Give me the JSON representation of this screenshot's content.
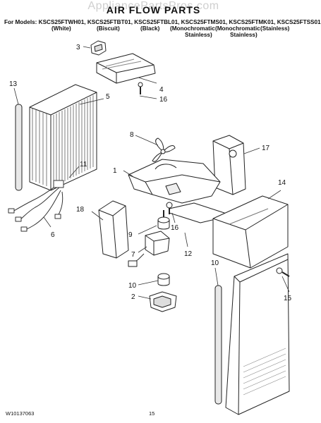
{
  "watermark": "AppliancePartsPros.com",
  "title": "AIR FLOW PARTS",
  "models_line": "For Models: KSCS25FTWH01, KSCS25FTBT01, KSCS25FTBL01, KSCS25FTMS01, KSCS25FTMK01, KSCS25FTSS01",
  "variants": [
    "(White)",
    "(Biscuit)",
    "(Black)",
    "(Monochromatic",
    "(Monochromatic",
    "(Stainless)"
  ],
  "variants_line2": [
    "Stainless)",
    "Stainless)"
  ],
  "callouts": [
    "1",
    "2",
    "3",
    "4",
    "5",
    "6",
    "7",
    "8",
    "9",
    "10",
    "10",
    "11",
    "12",
    "13",
    "14",
    "15",
    "16",
    "16",
    "17",
    "18"
  ],
  "footer": {
    "doc_number": "W10137063",
    "page_number": "15"
  }
}
